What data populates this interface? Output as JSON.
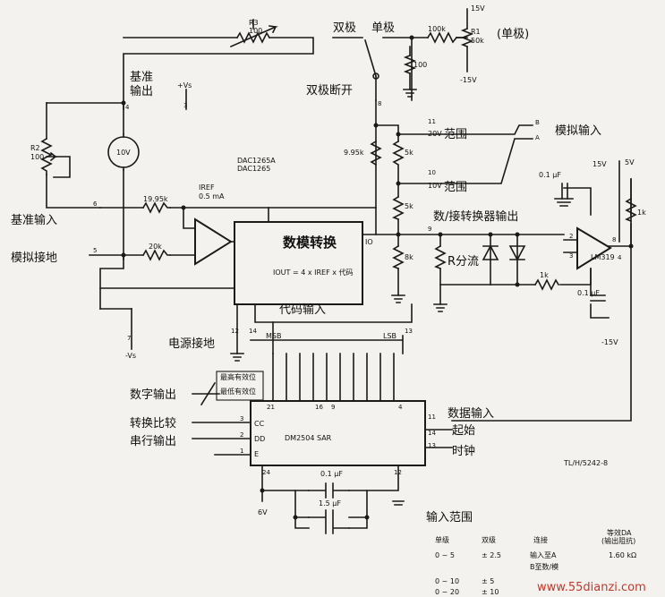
{
  "labels": {
    "r3": "R3",
    "r3_val": "100",
    "bipolar": "双极",
    "unipolar": "单极",
    "r100k": "100k",
    "v15p": "15V",
    "v15n": "-15V",
    "r1": "R1",
    "r1_val": "50k",
    "unipolar_paren": "(单极)",
    "r100": "100",
    "bipolar_off": "双极断开",
    "ref_out_1": "基准",
    "ref_out_2": "输出",
    "vs_plus": "+Vs",
    "vs_minus": "-Vs",
    "r2": "R2",
    "r2_val": "100",
    "ref10v": "10V",
    "ref_in": "基准输入",
    "analog_gnd": "模拟接地",
    "r19_95k": "19.95k",
    "r20k": "20k",
    "iref": "IREF",
    "iref_val": "0.5 mA",
    "dac_part_1": "DAC1265A",
    "dac_part_2": "DAC1265",
    "dac": "数模转换",
    "iout_formula": "IOUT = 4 x IREF x 代码",
    "io": "IO",
    "code_input": "代码输入",
    "power_gnd": "电源接地",
    "msb": "MSB",
    "lsb": "LSB",
    "r9_95k": "9.95k",
    "r5k_a": "5k",
    "r5k_b": "5k",
    "r8k": "8k",
    "v20": "20V",
    "v10": "10V",
    "range": "范围",
    "pin_b": "B",
    "pin_a": "A",
    "analog_in": "模拟输入",
    "adc_out": "数/接转换器输出",
    "r_shunt": "R分流",
    "r1k": "1k",
    "c01uf": "0.1 μF",
    "c15uf": "1.5 μF",
    "v5": "5V",
    "v6": "6V",
    "lm319": "LM319",
    "msb_cn": "最高有效位",
    "lsb_cn": "最低有效位",
    "digit_out": "数字输出",
    "conv_compare": "转换比较",
    "serial_out": "串行输出",
    "cc": "CC",
    "dd": "DD",
    "e": "E",
    "sar": "DM2504 SAR",
    "data_in": "数据输入",
    "start": "起始",
    "clock": "时钟",
    "figure_id": "TL/H/5242-8"
  },
  "pins": {
    "p1": "1",
    "p2": "2",
    "p3": "3",
    "p4": "4",
    "p5": "5",
    "p6": "6",
    "p7": "7",
    "p8": "8",
    "p9": "9",
    "p10": "10",
    "p11": "11",
    "p12": "12",
    "p13": "13",
    "p14": "14",
    "p16": "16",
    "p21": "21",
    "p24": "24"
  },
  "table": {
    "title": "输入范围",
    "headers": [
      "单级",
      "双级",
      "连接",
      "等效DA",
      "(输出阻抗)"
    ],
    "rows": [
      [
        "0 ~ 5",
        "± 2.5",
        "输入至A",
        "1.60 kΩ",
        "B至数/模"
      ],
      [
        "0 ~ 10",
        "± 5"
      ],
      [
        "0 ~ 20",
        "± 10"
      ]
    ]
  },
  "watermark": "www.55dianzi.com"
}
